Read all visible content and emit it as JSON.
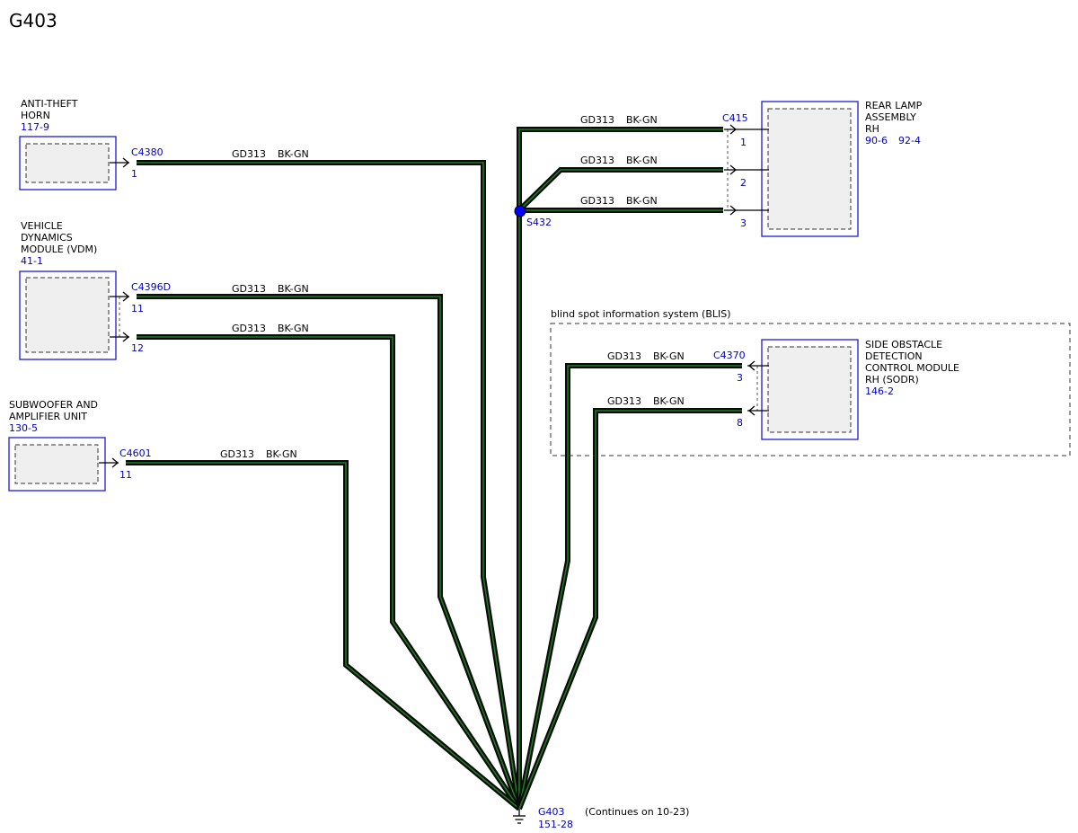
{
  "page": {
    "title": "G403"
  },
  "components": {
    "anti_theft_horn": {
      "lines": [
        "ANTI-THEFT",
        "HORN"
      ],
      "ref": "117-9"
    },
    "vdm": {
      "lines": [
        "VEHICLE",
        "DYNAMICS",
        "MODULE (VDM)"
      ],
      "ref": "41-1"
    },
    "subwoofer": {
      "lines": [
        "SUBWOOFER AND",
        "AMPLIFIER UNIT"
      ],
      "ref": "130-5"
    },
    "rear_lamp": {
      "lines": [
        "REAR LAMP",
        "ASSEMBLY",
        "RH"
      ],
      "ref1": "90-6",
      "ref2": "92-4"
    },
    "sodr": {
      "lines": [
        "SIDE OBSTACLE",
        "DETECTION",
        "CONTROL MODULE",
        "RH (SODR)"
      ],
      "ref": "146-2"
    }
  },
  "connectors": {
    "c4380": {
      "name": "C4380",
      "pins": [
        "1"
      ]
    },
    "c4396d": {
      "name": "C4396D",
      "pins": [
        "11",
        "12"
      ]
    },
    "c4601": {
      "name": "C4601",
      "pins": [
        "11"
      ]
    },
    "c415": {
      "name": "C415",
      "pins": [
        "1",
        "2",
        "3"
      ]
    },
    "c4370": {
      "name": "C4370",
      "pins": [
        "3",
        "8"
      ]
    }
  },
  "wire": {
    "circuit": "GD313",
    "color_code": "BK-GN"
  },
  "splice": {
    "name": "S432"
  },
  "system": {
    "label": "blind spot information system (BLIS)"
  },
  "ground": {
    "name": "G403",
    "ref": "151-28",
    "note": "(Continues on 10-23)"
  },
  "colors": {
    "component_border": "#2b2bd6",
    "reference_text": "#0000cc",
    "wire_core": "#1e7a1e",
    "splice_dot": "#0000ff"
  }
}
